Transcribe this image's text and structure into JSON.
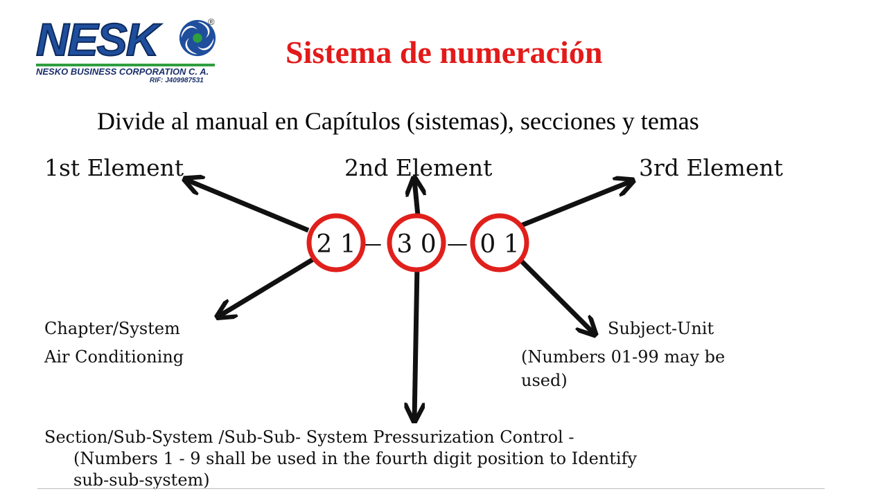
{
  "logo": {
    "wordmark": "NESK",
    "registered": "®",
    "corporation": "NESKO BUSINESS CORPORATION C. A.",
    "rif": "RIF: J409987531",
    "colors": {
      "blue": "#1f4e9d",
      "green": "#2e9e3f"
    }
  },
  "title": "Sistema de numeración",
  "subtitle": "Divide al manual en Capítulos (sistemas), secciones y temas",
  "diagram": {
    "elements": [
      "1st Element",
      "2nd Element",
      "3rd Element"
    ],
    "codes": [
      "2 1",
      "3 0",
      "0 1"
    ],
    "separator": "—",
    "chapter": {
      "line1": "Chapter/System",
      "line2": "Air Conditioning"
    },
    "subject": {
      "line1": "Subject-Unit",
      "line2": "(Numbers 01-99 may be",
      "line3": "used)"
    },
    "section": {
      "line1": "Section/Sub-System /Sub-Sub- System Pressurization Control -",
      "line2": "(Numbers 1 - 9 shall be used in the fourth digit position to Identify",
      "line3": "sub-sub-system)"
    },
    "colors": {
      "circle": "#e0201c",
      "arrow": "#111111"
    }
  }
}
